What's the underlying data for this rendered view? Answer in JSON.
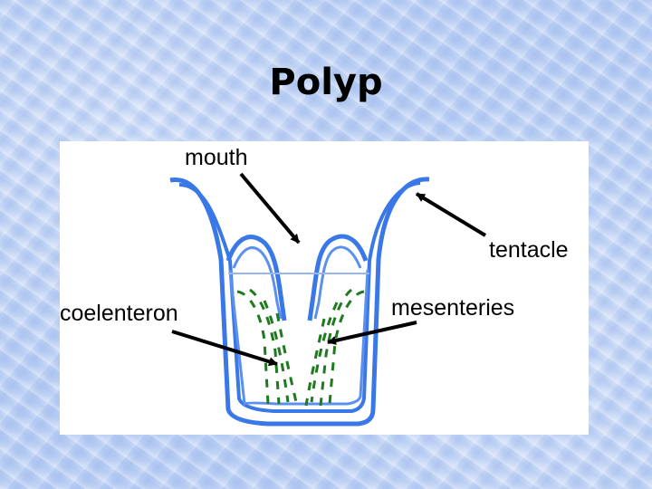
{
  "slide": {
    "title": "Polyp"
  },
  "diagram": {
    "labels": {
      "mouth": "mouth",
      "tentacle": "tentacle",
      "coelenteron": "coelenteron",
      "mesenteries": "mesenteries"
    },
    "colors": {
      "outline": "#3a78e8",
      "outline_inner": "#5b90ee",
      "mesenteries": "#1f7a1f",
      "arrows": "#000000",
      "panel": "#ffffff"
    }
  }
}
